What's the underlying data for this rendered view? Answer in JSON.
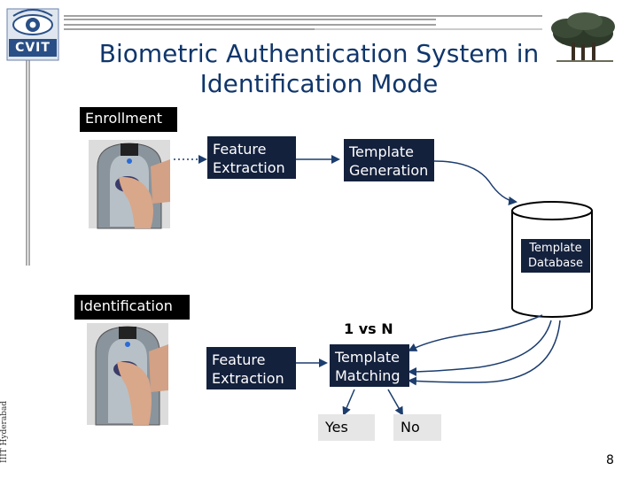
{
  "logo": {
    "text": "CVIT"
  },
  "title": {
    "line1": "Biometric Authentication System in",
    "line2": "Identification Mode"
  },
  "enrollment": {
    "label": "Enrollment",
    "feature_extraction": "Feature Extraction",
    "template_generation": "Template Generation"
  },
  "database": {
    "label": "Template Database"
  },
  "identification": {
    "label": "Identification",
    "one_vs_n": "1 vs N",
    "feature_extraction": "Feature Extraction",
    "template_matching": "Template Matching",
    "yes": "Yes",
    "no": "No"
  },
  "footer": {
    "vertical_text": "IIIT Hyderabad",
    "page_number": "8"
  },
  "colors": {
    "title": "#10366b",
    "box_bg": "#14213d",
    "arrow": "#1c3d6e"
  },
  "icons": [
    "eye-logo-icon",
    "tree-icon",
    "fingerprint-scanner-icon"
  ]
}
